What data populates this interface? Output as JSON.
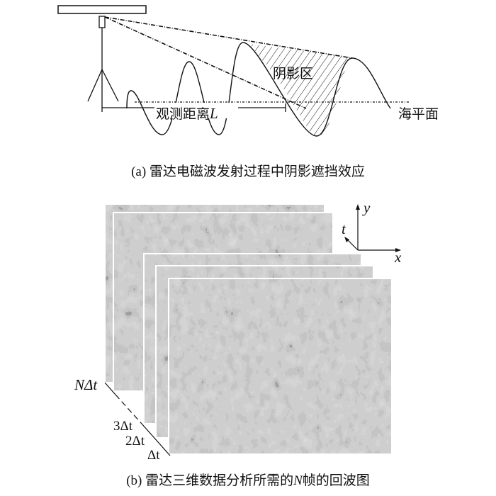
{
  "panel_a": {
    "shadow_label": "阴影区",
    "distance_label": "观测距离",
    "distance_symbol": "L",
    "sea_level_label": "海平面",
    "caption": "(a) 雷达电磁波发射过程中阴影遮挡效应"
  },
  "panel_b": {
    "axes": {
      "y": "y",
      "t": "t",
      "x": "x"
    },
    "time_labels": [
      "NΔt",
      "3Δt",
      "2Δt",
      "Δt"
    ],
    "frame_count_shown": 5,
    "caption_prefix": "(b) 雷达三维数据分析所需的",
    "caption_symbol": "N",
    "caption_suffix": "帧的回波图"
  }
}
